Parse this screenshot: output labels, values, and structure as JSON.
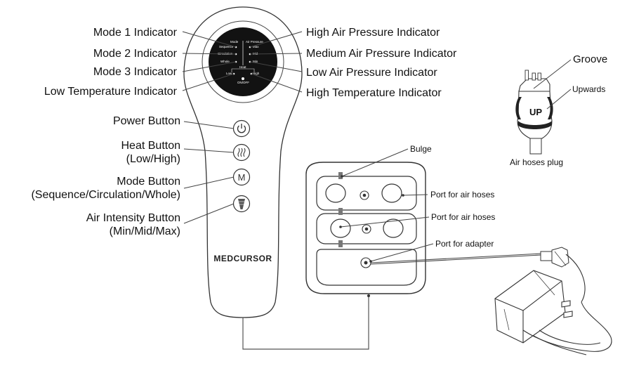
{
  "left_labels": [
    {
      "name": "mode-1-indicator-label",
      "text": "Mode 1 Indicator"
    },
    {
      "name": "mode-2-indicator-label",
      "text": "Mode 2 Indicator"
    },
    {
      "name": "mode-3-indicator-label",
      "text": "Mode 3 Indicator"
    },
    {
      "name": "low-temperature-indicator-label",
      "text": "Low Temperature Indicator"
    },
    {
      "name": "power-button-label",
      "text": "Power Button"
    },
    {
      "name": "heat-button-label-1",
      "text": "Heat Button"
    },
    {
      "name": "heat-button-label-2",
      "text": "(Low/High)"
    },
    {
      "name": "mode-button-label-1",
      "text": "Mode Button"
    },
    {
      "name": "mode-button-label-2",
      "text": "(Sequence/Circulation/Whole)"
    },
    {
      "name": "air-intensity-button-label-1",
      "text": "Air Intensity Button"
    },
    {
      "name": "air-intensity-button-label-2",
      "text": "(Min/Mid/Max)"
    }
  ],
  "right_labels": [
    {
      "name": "high-air-pressure-indicator-label",
      "text": "High Air Pressure Indicator"
    },
    {
      "name": "medium-air-pressure-indicator-label",
      "text": "Medium Air Pressure Indicator"
    },
    {
      "name": "low-air-pressure-indicator-label",
      "text": "Low Air Pressure Indicator"
    },
    {
      "name": "high-temperature-indicator-label",
      "text": "High Temperature Indicator"
    }
  ],
  "panel_text": {
    "mode": "Mode",
    "sequence": "Sequence",
    "circulation": "Circulation",
    "whole": "Whole",
    "air_pressure": "Air Pressure",
    "max": "Max",
    "mid": "Mid",
    "min": "Min",
    "heat": "Heat",
    "low": "Low",
    "high": "High",
    "onoff": "ON/OFF"
  },
  "brand": "MEDCURSOR",
  "box_labels": {
    "bulge": "Bulge",
    "port1": "Port for air hoses",
    "port2": "Port for air hoses",
    "adapter": "Port for adapter"
  },
  "plug_labels": {
    "groove": "Groove",
    "upwards": "Upwards",
    "up": "UP",
    "caption": "Air hoses plug"
  }
}
